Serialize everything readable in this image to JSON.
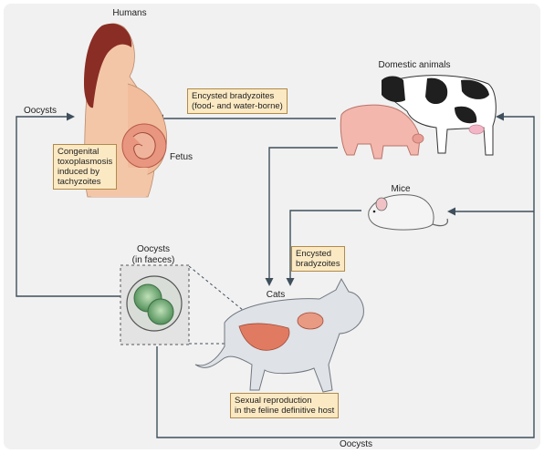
{
  "labels": {
    "humans": "Humans",
    "fetus": "Fetus",
    "domestic_animals": "Domestic animals",
    "mice": "Mice",
    "cats": "Cats",
    "oocysts_left": "Oocysts",
    "oocysts_bottom": "Oocysts",
    "oocysts_faeces": [
      "Oocysts",
      "(in faeces)"
    ]
  },
  "boxes": {
    "encysted_food": [
      "Encysted bradyzoites",
      "(food- and water-borne)"
    ],
    "congenital": [
      "Congenital",
      "toxoplasmosis",
      "induced by",
      "tachyzoites"
    ],
    "encysted_mice": [
      "Encysted",
      "bradyzoites"
    ],
    "sexual": [
      "Sexual reproduction",
      "in the feline definitive host"
    ]
  },
  "colors": {
    "background": "#f1f1f1",
    "arrow": "#3f4f5c",
    "box_fill": "#fbe9c3",
    "skin": "#f4c6a8",
    "hair": "#8a2d25",
    "cat": "#dfe2e6",
    "organs": "#e07b62",
    "oocyst": "#6fa86f"
  }
}
